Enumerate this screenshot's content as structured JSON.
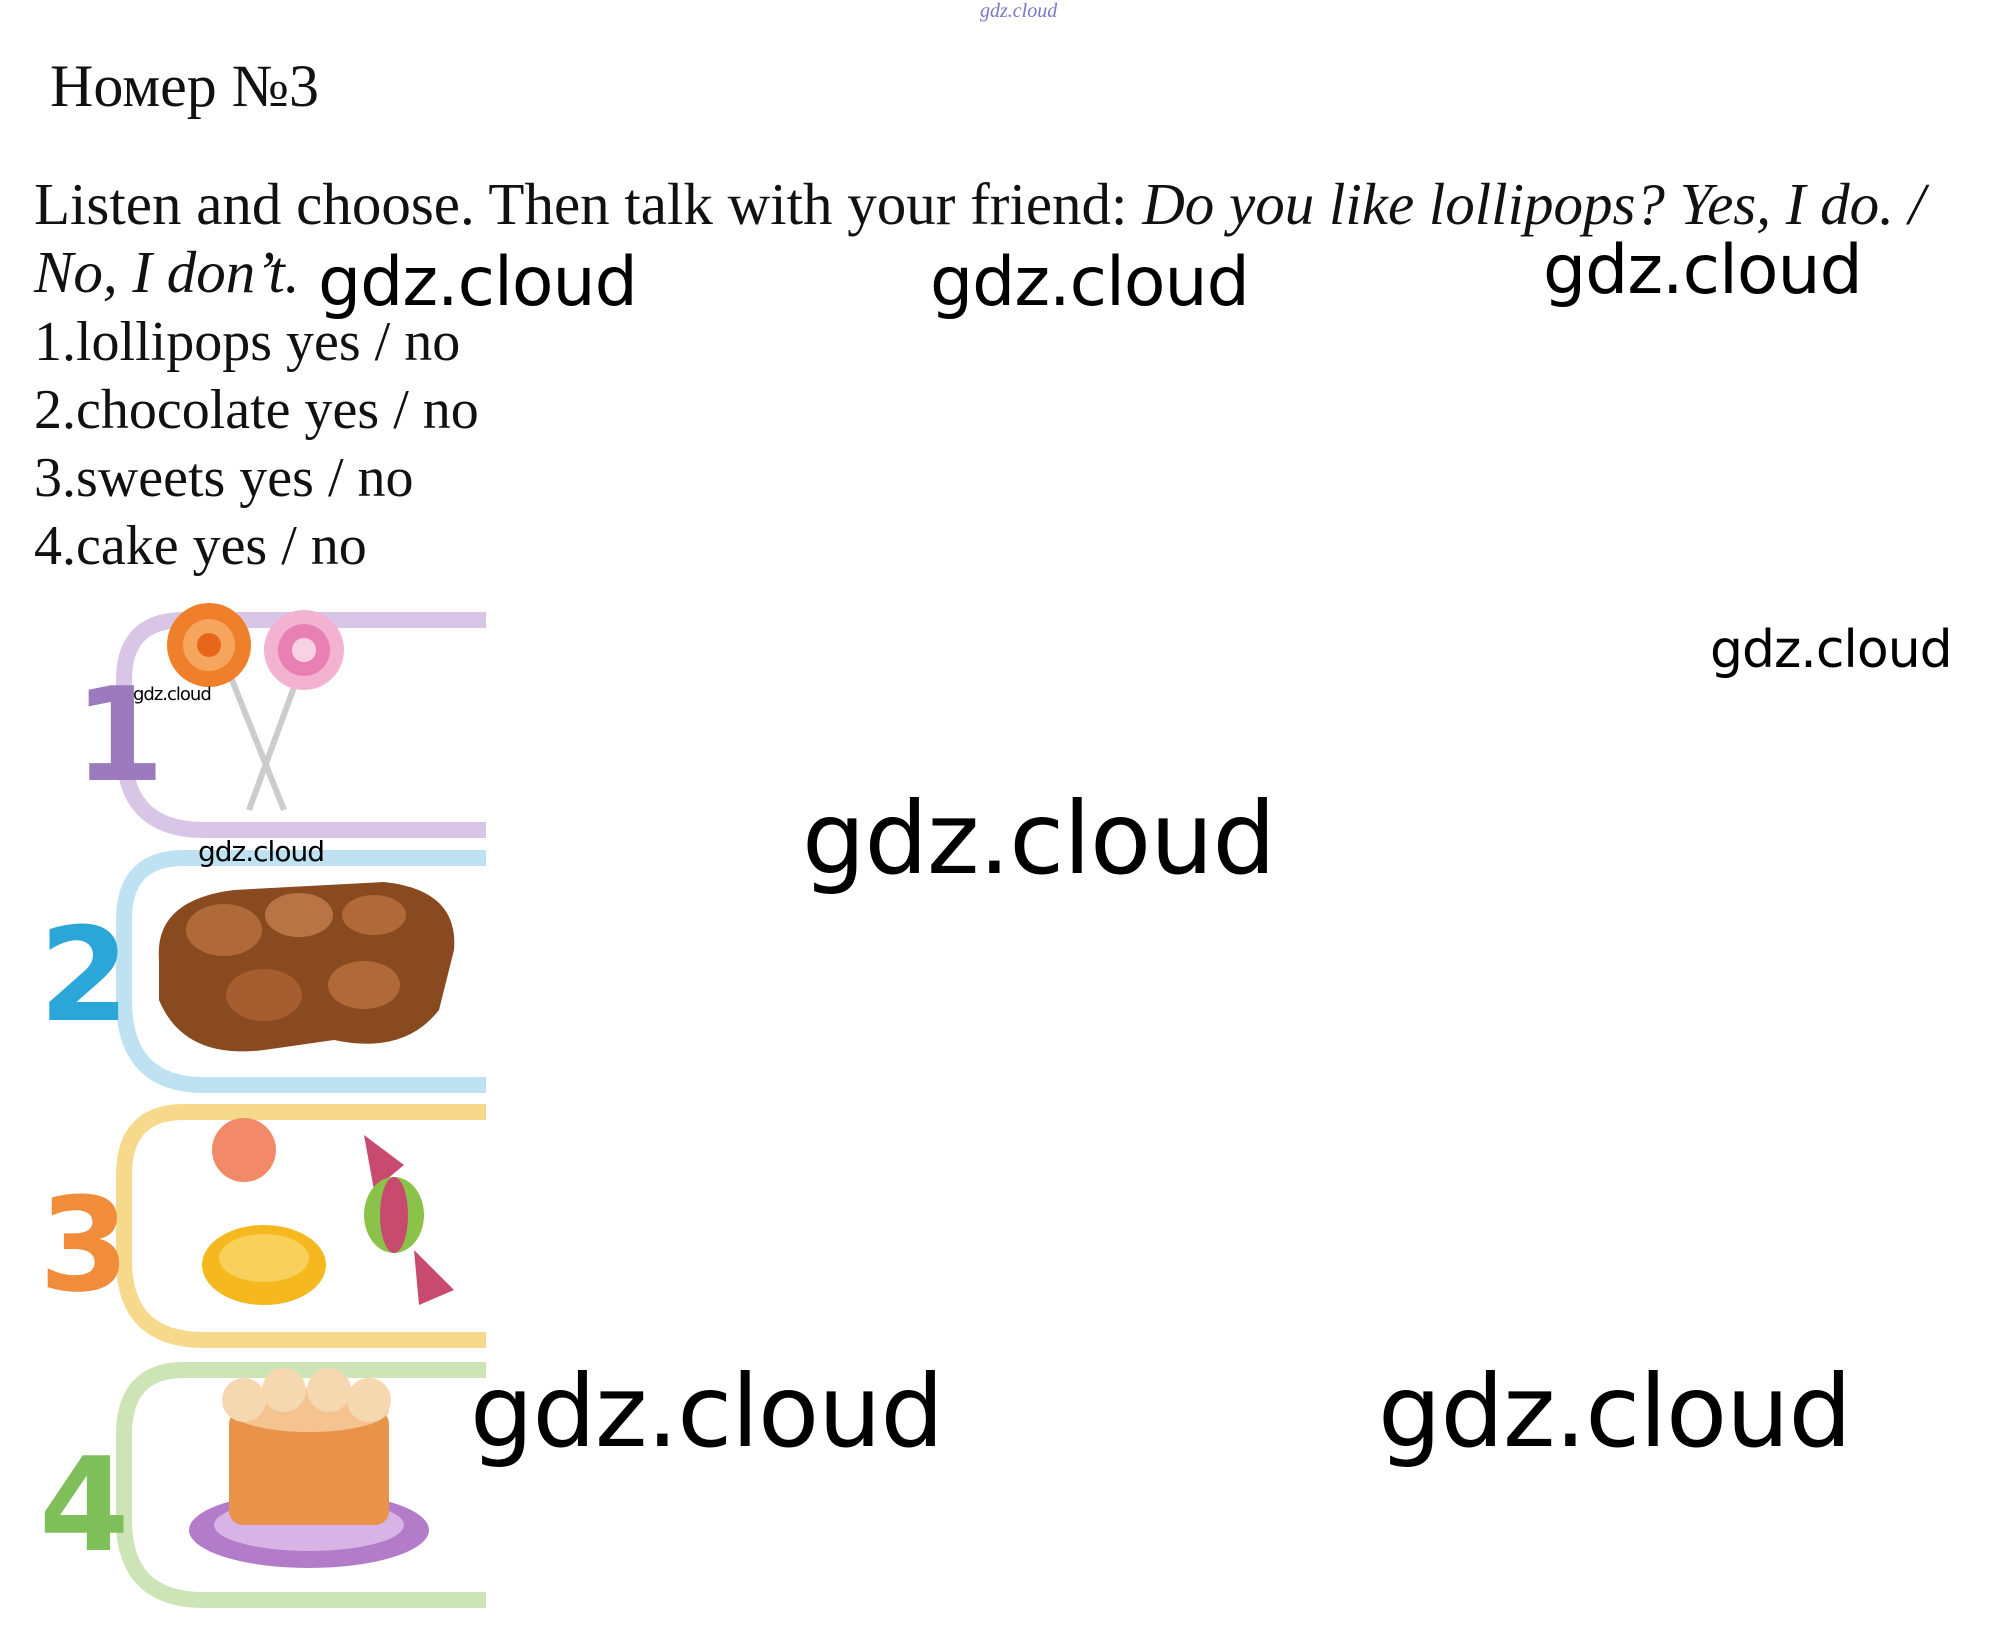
{
  "header_watermark": "gdz.cloud",
  "title": "Номер №3",
  "instruction": {
    "plain": "Listen and choose. Then talk with your friend: ",
    "italic": "Do you like lollipops? Yes, I do. / No, I don’t."
  },
  "items": [
    {
      "label": "1.lollipops yes / no"
    },
    {
      "label": "2.chocolate yes / no"
    },
    {
      "label": "3.sweets yes / no"
    },
    {
      "label": "4.cake yes / no"
    }
  ],
  "illustration": {
    "numbers": [
      "1",
      "2",
      "3",
      "4"
    ],
    "colors": {
      "one": "#9b7bbd",
      "two": "#2aa7d8",
      "three": "#f08c3a",
      "four": "#7fbf5a"
    },
    "icons": [
      "lollipop-icon",
      "chocolate-icon",
      "sweets-icon",
      "cake-icon"
    ]
  },
  "watermarks": [
    "gdz.cloud",
    "gdz.cloud",
    "gdz.cloud",
    "gdz.cloud",
    "gdz.cloud",
    "gdz.cloud",
    "gdz.cloud",
    "gdz.cloud",
    "gdz.cloud",
    "gdz.cloud"
  ]
}
